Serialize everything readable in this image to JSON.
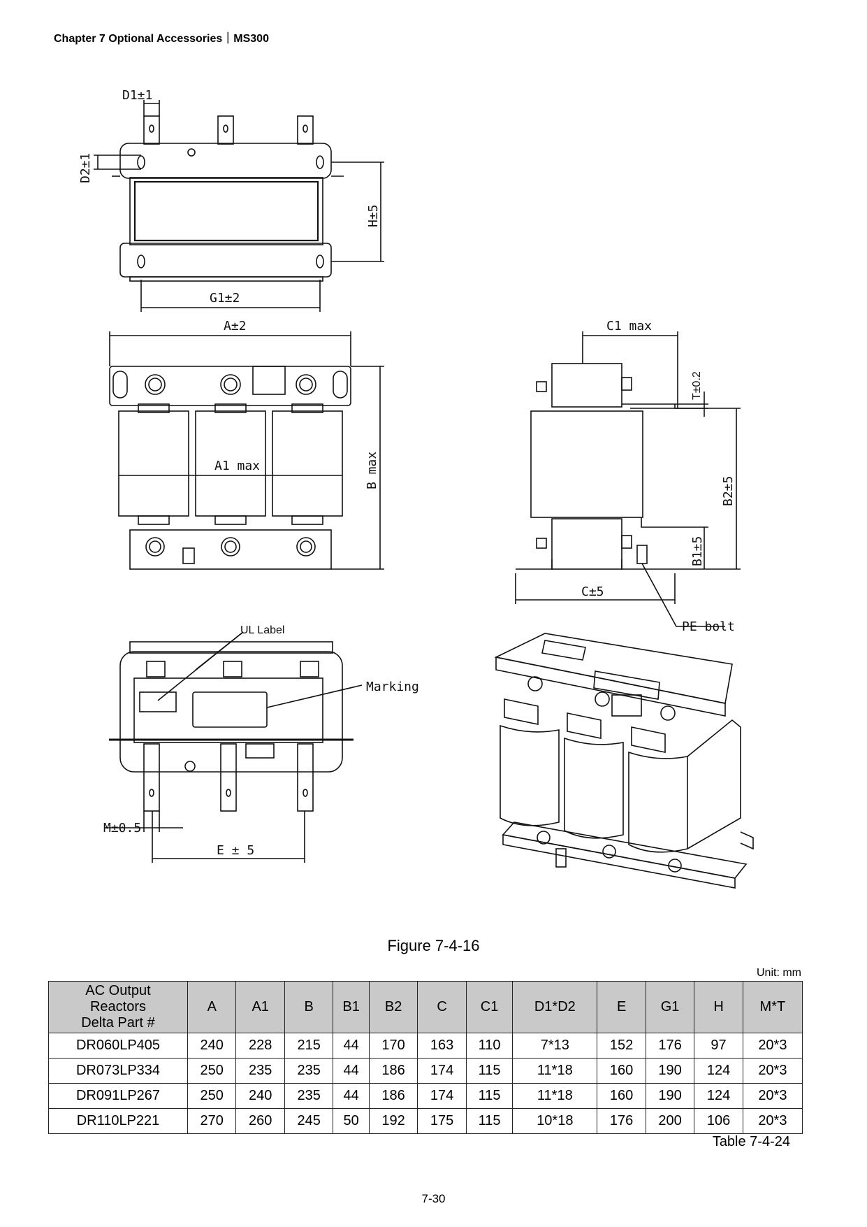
{
  "header": {
    "title": "Chapter 7 Optional Accessories｜MS300"
  },
  "drawing_labels": {
    "d1": "D1±1",
    "d2": "D2±1",
    "h": "H±5",
    "g1": "G1±2",
    "a": "A±2",
    "a1": "A1 max",
    "b": "B max",
    "c1": "C1 max",
    "t": "T±0.2",
    "b2": "B2±5",
    "b1": "B1±5",
    "c": "C±5",
    "pe": "PE bolt",
    "ul": "UL Label",
    "marking": "Marking",
    "m": "M±0.5",
    "e": "E ± 5"
  },
  "figure_caption": "Figure 7-4-16",
  "unit": "Unit: mm",
  "table": {
    "headers": [
      "AC Output Reactors Delta Part #",
      "A",
      "A1",
      "B",
      "B1",
      "B2",
      "C",
      "C1",
      "D1*D2",
      "E",
      "G1",
      "H",
      "M*T"
    ],
    "header_lines": [
      "AC Output",
      "Reactors",
      "Delta Part #"
    ],
    "rows": [
      [
        "DR060LP405",
        "240",
        "228",
        "215",
        "44",
        "170",
        "163",
        "110",
        "7*13",
        "152",
        "176",
        "97",
        "20*3"
      ],
      [
        "DR073LP334",
        "250",
        "235",
        "235",
        "44",
        "186",
        "174",
        "115",
        "11*18",
        "160",
        "190",
        "124",
        "20*3"
      ],
      [
        "DR091LP267",
        "250",
        "240",
        "235",
        "44",
        "186",
        "174",
        "115",
        "11*18",
        "160",
        "190",
        "124",
        "20*3"
      ],
      [
        "DR110LP221",
        "270",
        "260",
        "245",
        "50",
        "192",
        "175",
        "115",
        "10*18",
        "176",
        "200",
        "106",
        "20*3"
      ]
    ]
  },
  "table_caption": "Table 7-4-24",
  "page_number": "7-30"
}
